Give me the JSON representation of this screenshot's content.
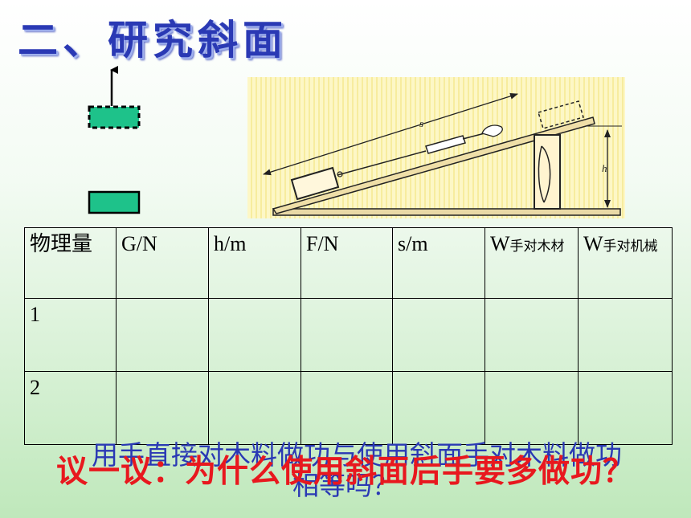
{
  "slide": {
    "title": "二、研究斜面",
    "figure": {
      "distance_label": "s",
      "height_label": "h"
    },
    "table": {
      "headers": [
        {
          "main": "物理量",
          "sub": ""
        },
        {
          "main": "G/N",
          "sub": ""
        },
        {
          "main": "h/m",
          "sub": ""
        },
        {
          "main": "F/N",
          "sub": ""
        },
        {
          "main": "s/m",
          "sub": ""
        },
        {
          "main": "W",
          "sub": "手对木材"
        },
        {
          "main": "W",
          "sub": "手对机械"
        }
      ],
      "rows": [
        "1",
        "2"
      ]
    },
    "question_blue_line1": "用手直接对木料做功与使用斜面手对木料做功",
    "question_blue_line2": "相等吗？",
    "question_red": "议一议：为什么使用斜面后手要多做功？"
  },
  "colors": {
    "title": "#2a39b4",
    "block": "#1ec28a",
    "question_blue": "#2a39b4",
    "question_red": "#e8181e"
  }
}
